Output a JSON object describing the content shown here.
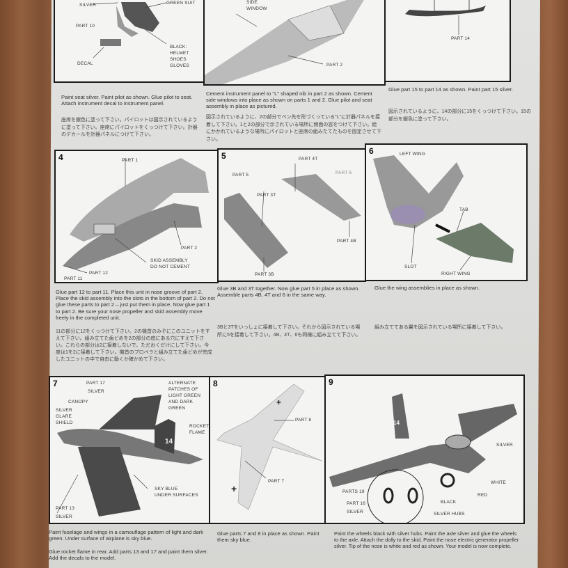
{
  "colors": {
    "paper": "#dededc",
    "wood": "#8b5a3b",
    "ink": "#1a1a1a"
  },
  "step1": {
    "labels": [
      "SILVER",
      "GREEN SUIT",
      "PART 10",
      "DECAL",
      "BLACK:",
      "HELMET",
      "SHOES",
      "GLOVES"
    ],
    "text": "Paint seat silver. Paint pilot as shown. Glue pilot to seat. Attach instrument decal to instrument panel.",
    "jp": "座席を銀色に塗って下さい。パイロットは図示されているように塗って下さい。座席にパイロットをくっつけて下さい。計器のデカールを計器パネルにつけて下さい。"
  },
  "step2": {
    "labels": [
      "SIDE",
      "WINDOW",
      "PART 2"
    ],
    "text": "Cement instrument panel to \"L\" shaped nib in part 2 as shown. Cement side windows into place as shown on parts 1 and 2. Glue pilot and seat assembly in place as pictured.",
    "jp": "図示されているように、2の部分でペン先を形づくっている\"L\"に計器パネルを接着して下さい。1と2の部分で示されている場所に側面の窓をつけて下さい。絵にかかれているような場所にパイロットと座席の組みたてたものを固定させて下さい。"
  },
  "step3": {
    "labels": [
      "PART 14"
    ],
    "text": "Glue part 15 to part 14 as shown. Paint part 15 silver.",
    "jp": "図示されているように、14の部分に15をくっつけて下さい。15の部分を銀色に塗って下さい。"
  },
  "step4": {
    "number": "4",
    "labels": [
      "PART 1",
      "PART 2",
      "SKID ASSEMBLY",
      "DO NOT CEMENT",
      "PART 12",
      "PART 11"
    ],
    "text": "Glue part 12 to part 11. Place this unit in nose groove of part 2. Place the skid assembly into the slots in the bottom of part 2. Do not glue these parts to part 2 – just put them in place. Now glue part 1 to part 2. Be sure your nose propeller and skid assembly move freely in the completed unit.",
    "jp": "11の部分に12をくっつけて下さい。2の機首のみぞにこのユニットをすえて下さい。組み立てた歯どめを2の部分の底にある穴にすえて下さい。これらの部分は2に接着しないで、ただおくだけにして下さい。今度は1を2に接着して下さい。機首のプロペラと組み立てた歯どめが完成したユニットの中で自由に動くか確かめて下さい。"
  },
  "step5": {
    "number": "5",
    "labels": [
      "PART 5",
      "PART 3T",
      "PART 4T",
      "PART 6",
      "PART 4B",
      "PART 3B"
    ],
    "text": "Glue 3B and 3T together. Now glue part 5 in place as shown. Assemble parts 4B, 4T and 6 in the same way.",
    "jp": "3Bと3Tをいっしょに接着して下さい。それから図示されている場所に5を接着して下さい。4B、4T、6も同様に組み立てて下さい。"
  },
  "step6": {
    "number": "6",
    "labels": [
      "LEFT WING",
      "TAB",
      "SLOT",
      "RIGHT WING"
    ],
    "text": "Glue the wing assemblies in place as shown.",
    "jp": "組み立ててある翼を図示されている場所に接着して下さい。"
  },
  "step7": {
    "number": "7",
    "labels": [
      "PART 17",
      "SILVER",
      "CANOPY",
      "SILVER",
      "GLARE",
      "SHIELD",
      "ALTERNATE",
      "PATCHES OF",
      "LIGHT GREEN",
      "AND DARK",
      "GREEN",
      "ROCKET",
      "FLAME",
      "SKY BLUE",
      "UNDER SURFACES",
      "PART 13",
      "SILVER",
      "14"
    ],
    "text": "Paint fuselage and wings in a camouflage pattern of light and dark green. Under surface of airplane is sky blue.",
    "text2": "Glue rocket flame in rear. Add parts 13 and 17 and paint them silver. Add the decals to the model."
  },
  "step8": {
    "number": "8",
    "labels": [
      "PART 8",
      "PART 7"
    ],
    "text": "Glue parts 7 and 8 in place as shown. Paint them sky blue."
  },
  "step9": {
    "number": "9",
    "labels": [
      "SILVER",
      "WHITE",
      "RED",
      "PARTS 19",
      "PART 16",
      "SILVER",
      "BLACK",
      "SILVER HUBS",
      "14"
    ],
    "text": "Paint the wheels black with silver hubs. Paint the axle silver and glue the wheels to the axle. Attach the dolly to the skid. Paint the nose electric generator propeller silver. Tip of the nose is white and red as shown. Your model is now complete."
  }
}
